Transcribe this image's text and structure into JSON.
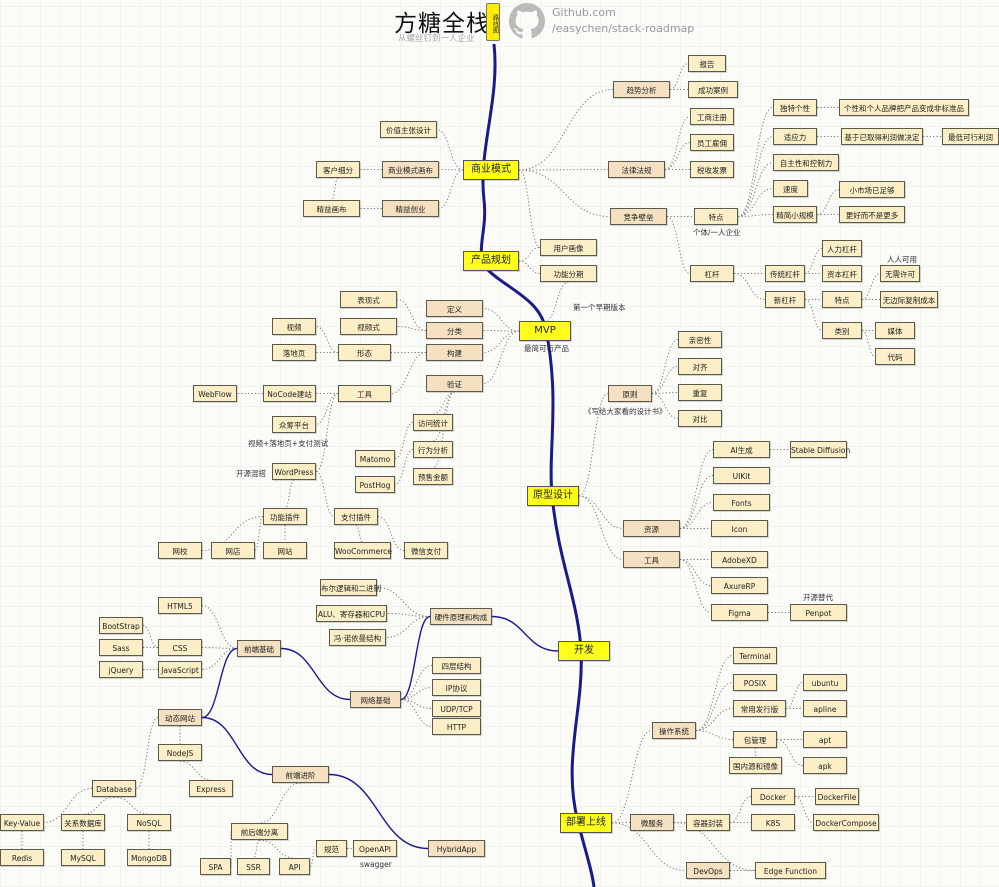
{
  "header": {
    "title": "方糖全栈",
    "subtitle": "从螺丝钉到一人企业",
    "badge": "路线图",
    "github_domain": "Github.com",
    "github_path": "/easychen/stack-roadmap"
  },
  "colors": {
    "main": "#ffff1a",
    "mid": "#f6e0c2",
    "leaf": "#fcefc8",
    "spine": "#1a1a8c"
  },
  "nodes": {
    "bm": {
      "text": "商业模式",
      "kind": "main"
    },
    "pp": {
      "text": "产品规划",
      "kind": "main"
    },
    "mvp": {
      "text": "MVP",
      "kind": "main"
    },
    "proto": {
      "text": "原型设计",
      "kind": "main"
    },
    "dev": {
      "text": "开发",
      "kind": "main"
    },
    "deploy": {
      "text": "部署上线",
      "kind": "main"
    },
    "vp": {
      "text": "价值主张设计",
      "kind": "leaf"
    },
    "cs": {
      "text": "客户细分",
      "kind": "leaf"
    },
    "bmc": {
      "text": "商业模式画布",
      "kind": "mid"
    },
    "lc": {
      "text": "精益画布",
      "kind": "leaf"
    },
    "ls": {
      "text": "精益创业",
      "kind": "mid"
    },
    "trend": {
      "text": "趋势分析",
      "kind": "mid"
    },
    "report": {
      "text": "报告",
      "kind": "leaf"
    },
    "cases": {
      "text": "成功案例",
      "kind": "leaf"
    },
    "reg": {
      "text": "工商注册",
      "kind": "leaf"
    },
    "hire": {
      "text": "员工雇佣",
      "kind": "leaf"
    },
    "law": {
      "text": "法律法规",
      "kind": "mid"
    },
    "tax": {
      "text": "税收发票",
      "kind": "leaf"
    },
    "moat": {
      "text": "竞争壁垒",
      "kind": "mid"
    },
    "feat": {
      "text": "特点",
      "kind": "leaf"
    },
    "uniq": {
      "text": "独特个性",
      "kind": "leaf"
    },
    "uniq2": {
      "text": "个性和个人品牌把产品变成非标准品",
      "kind": "leaf"
    },
    "adapt": {
      "text": "适应力",
      "kind": "leaf"
    },
    "adapt2": {
      "text": "基于已取得利润做决定",
      "kind": "leaf"
    },
    "minprofit": {
      "text": "最低可行利润",
      "kind": "leaf"
    },
    "auto": {
      "text": "自主性和控制力",
      "kind": "leaf"
    },
    "speed": {
      "text": "速度",
      "kind": "leaf"
    },
    "lean": {
      "text": "精简小规模",
      "kind": "leaf"
    },
    "small": {
      "text": "小市场已足够",
      "kind": "leaf"
    },
    "better": {
      "text": "更好而不是更多",
      "kind": "leaf"
    },
    "lever": {
      "text": "杠杆",
      "kind": "leaf"
    },
    "tlever": {
      "text": "传统杠杆",
      "kind": "leaf"
    },
    "human": {
      "text": "人力杠杆",
      "kind": "leaf"
    },
    "capital": {
      "text": "资本杠杆",
      "kind": "leaf"
    },
    "nolic": {
      "text": "无需许可",
      "kind": "leaf"
    },
    "nlever": {
      "text": "新杠杆",
      "kind": "leaf"
    },
    "feat2": {
      "text": "特点",
      "kind": "leaf"
    },
    "nomarg": {
      "text": "无边际复制成本",
      "kind": "leaf"
    },
    "cat": {
      "text": "类别",
      "kind": "leaf"
    },
    "media": {
      "text": "媒体",
      "kind": "leaf"
    },
    "code": {
      "text": "代码",
      "kind": "leaf"
    },
    "persona": {
      "text": "用户画像",
      "kind": "leaf"
    },
    "phase": {
      "text": "功能分期",
      "kind": "leaf"
    },
    "showy": {
      "text": "表现式",
      "kind": "leaf"
    },
    "videoy": {
      "text": "视频式",
      "kind": "leaf"
    },
    "video": {
      "text": "视频",
      "kind": "leaf"
    },
    "landing": {
      "text": "落地页",
      "kind": "leaf"
    },
    "form": {
      "text": "形态",
      "kind": "leaf"
    },
    "def": {
      "text": "定义",
      "kind": "mid"
    },
    "class": {
      "text": "分类",
      "kind": "mid"
    },
    "build": {
      "text": "构建",
      "kind": "mid"
    },
    "verify": {
      "text": "验证",
      "kind": "mid"
    },
    "tools": {
      "text": "工具",
      "kind": "leaf"
    },
    "nocode": {
      "text": "NoCode建站",
      "kind": "leaf"
    },
    "webflow": {
      "text": "WebFlow",
      "kind": "leaf"
    },
    "crowd": {
      "text": "众筹平台",
      "kind": "leaf"
    },
    "wp": {
      "text": "WordPress",
      "kind": "leaf"
    },
    "visit": {
      "text": "访问统计",
      "kind": "leaf"
    },
    "behav": {
      "text": "行为分析",
      "kind": "leaf"
    },
    "presale": {
      "text": "预售金额",
      "kind": "leaf"
    },
    "matomo": {
      "text": "Matomo",
      "kind": "leaf"
    },
    "posthog": {
      "text": "PostHog",
      "kind": "leaf"
    },
    "fplug": {
      "text": "功能插件",
      "kind": "leaf"
    },
    "pplug": {
      "text": "支付插件",
      "kind": "leaf"
    },
    "school": {
      "text": "网校",
      "kind": "leaf"
    },
    "shop": {
      "text": "网店",
      "kind": "leaf"
    },
    "site": {
      "text": "网站",
      "kind": "leaf"
    },
    "woo": {
      "text": "WooCommerce",
      "kind": "leaf"
    },
    "wxpay": {
      "text": "微信支付",
      "kind": "leaf"
    },
    "princ": {
      "text": "原则",
      "kind": "mid"
    },
    "prox": {
      "text": "亲密性",
      "kind": "leaf"
    },
    "align": {
      "text": "对齐",
      "kind": "leaf"
    },
    "repeat": {
      "text": "重复",
      "kind": "leaf"
    },
    "contrast": {
      "text": "对比",
      "kind": "leaf"
    },
    "res": {
      "text": "资源",
      "kind": "mid"
    },
    "ptools": {
      "text": "工具",
      "kind": "mid"
    },
    "aigen": {
      "text": "AI生成",
      "kind": "leaf"
    },
    "sd": {
      "text": "Stable Diffusion",
      "kind": "leaf"
    },
    "uikit": {
      "text": "UIKit",
      "kind": "leaf"
    },
    "fonts": {
      "text": "Fonts",
      "kind": "leaf"
    },
    "icon": {
      "text": "Icon",
      "kind": "leaf"
    },
    "xd": {
      "text": "AdobeXD",
      "kind": "leaf"
    },
    "axure": {
      "text": "AxureRP",
      "kind": "leaf"
    },
    "figma": {
      "text": "Figma",
      "kind": "leaf"
    },
    "penpot": {
      "text": "Penpot",
      "kind": "leaf"
    },
    "bool": {
      "text": "布尔逻辑和二进制",
      "kind": "leaf"
    },
    "alu": {
      "text": "ALU、寄存器和CPU",
      "kind": "leaf"
    },
    "vn": {
      "text": "冯·诺依曼结构",
      "kind": "leaf"
    },
    "hw": {
      "text": "硬件原理和构成",
      "kind": "mid"
    },
    "fe": {
      "text": "前端基础",
      "kind": "mid"
    },
    "html5": {
      "text": "HTML5",
      "kind": "leaf"
    },
    "bs": {
      "text": "BootStrap",
      "kind": "leaf"
    },
    "css": {
      "text": "CSS",
      "kind": "leaf"
    },
    "sass": {
      "text": "Sass",
      "kind": "leaf"
    },
    "jq": {
      "text": "jQuery",
      "kind": "leaf"
    },
    "js": {
      "text": "JavaScript",
      "kind": "leaf"
    },
    "net": {
      "text": "网络基础",
      "kind": "mid"
    },
    "layer4": {
      "text": "四层结构",
      "kind": "leaf"
    },
    "ip": {
      "text": "IP协议",
      "kind": "leaf"
    },
    "udp": {
      "text": "UDP/TCP",
      "kind": "leaf"
    },
    "http": {
      "text": "HTTP",
      "kind": "leaf"
    },
    "dyn": {
      "text": "动态网站",
      "kind": "mid"
    },
    "node": {
      "text": "NodeJS",
      "kind": "leaf"
    },
    "express": {
      "text": "Express",
      "kind": "leaf"
    },
    "feadv": {
      "text": "前端进阶",
      "kind": "mid"
    },
    "db": {
      "text": "Database",
      "kind": "leaf"
    },
    "kv": {
      "text": "Key-Value",
      "kind": "leaf"
    },
    "rdb": {
      "text": "关系数据库",
      "kind": "leaf"
    },
    "nosql": {
      "text": "NoSQL",
      "kind": "leaf"
    },
    "redis": {
      "text": "Redis",
      "kind": "leaf"
    },
    "mysql": {
      "text": "MySQL",
      "kind": "leaf"
    },
    "mongo": {
      "text": "MongoDB",
      "kind": "leaf"
    },
    "sep": {
      "text": "前后端分离",
      "kind": "leaf"
    },
    "spa": {
      "text": "SPA",
      "kind": "leaf"
    },
    "ssr": {
      "text": "SSR",
      "kind": "leaf"
    },
    "api": {
      "text": "API",
      "kind": "leaf"
    },
    "spec": {
      "text": "规范",
      "kind": "leaf"
    },
    "openapi": {
      "text": "OpenAPI",
      "kind": "leaf"
    },
    "hybrid": {
      "text": "HybridApp",
      "kind": "mid"
    },
    "term": {
      "text": "Terminal",
      "kind": "leaf"
    },
    "posix": {
      "text": "POSIX",
      "kind": "leaf"
    },
    "distro": {
      "text": "常用发行版",
      "kind": "leaf"
    },
    "ubuntu": {
      "text": "ubuntu",
      "kind": "leaf"
    },
    "alpine": {
      "text": "apline",
      "kind": "leaf"
    },
    "os": {
      "text": "操作系统",
      "kind": "mid"
    },
    "pkg": {
      "text": "包管理",
      "kind": "leaf"
    },
    "mirror": {
      "text": "国内源和镜像",
      "kind": "leaf"
    },
    "apt": {
      "text": "apt",
      "kind": "leaf"
    },
    "apk": {
      "text": "apk",
      "kind": "leaf"
    },
    "micro": {
      "text": "微服务",
      "kind": "mid"
    },
    "container": {
      "text": "容器封装",
      "kind": "leaf"
    },
    "docker": {
      "text": "Docker",
      "kind": "leaf"
    },
    "k8s": {
      "text": "K8S",
      "kind": "leaf"
    },
    "dockerfile": {
      "text": "DockerFile",
      "kind": "leaf"
    },
    "compose": {
      "text": "DockerCompose",
      "kind": "leaf"
    },
    "devops": {
      "text": "DevOps",
      "kind": "mid"
    },
    "edge": {
      "text": "Edge Function",
      "kind": "leaf"
    }
  },
  "labels": {
    "solo": "个体/一人企业",
    "everyone": "人人可用",
    "first_version": "第一个早期版本",
    "mvp_full": "最简可行产品",
    "video_test": "视频+落地页+支付测试",
    "oss_mix": "开源混搭",
    "design_book": "《写给大家看的设计书》",
    "oss_alt": "开源替代",
    "swagger": "swagger"
  }
}
